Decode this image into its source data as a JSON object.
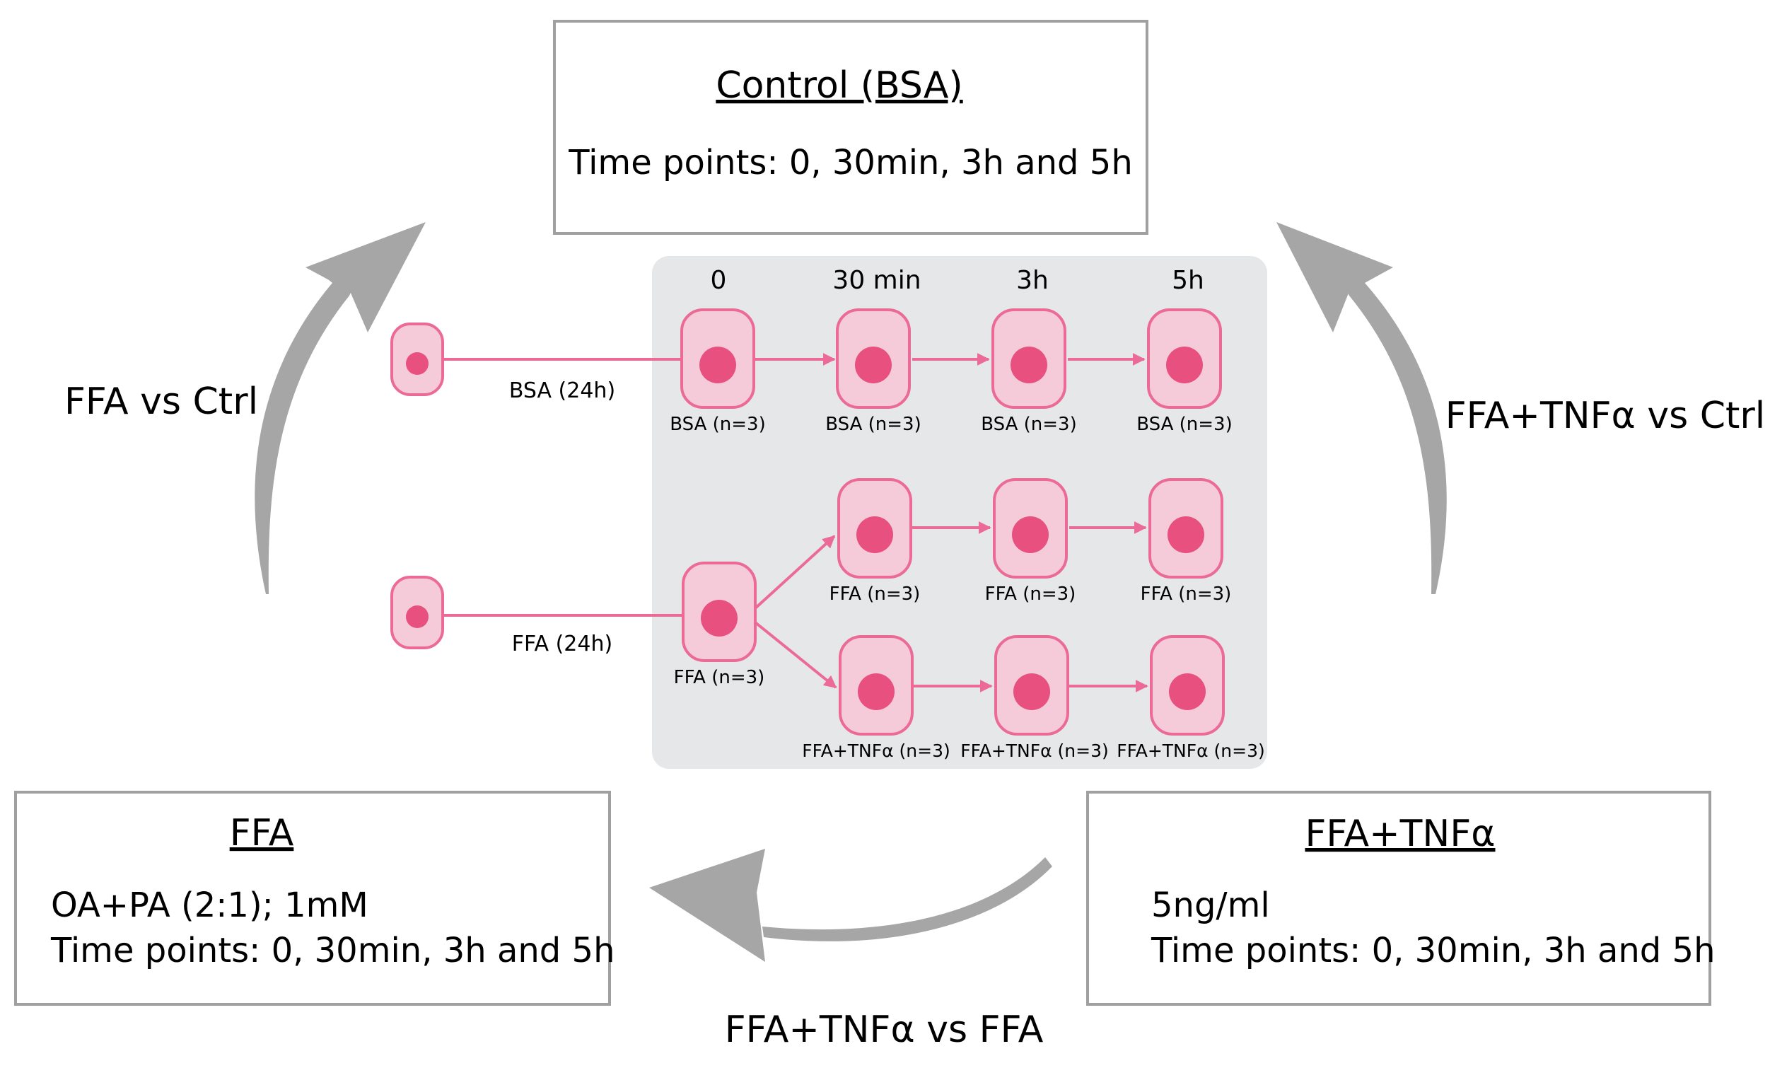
{
  "boxes": {
    "control": {
      "title": "Control (BSA)",
      "lines": [
        "Time points: 0, 30min, 3h and 5h"
      ]
    },
    "ffa": {
      "title": "FFA",
      "lines": [
        "OA+PA (2:1); 1mM",
        "Time points: 0, 30min, 3h and 5h"
      ]
    },
    "ffa_tnf": {
      "title": "FFA+TNFα",
      "lines": [
        "5ng/ml",
        "Time points: 0, 30min, 3h and 5h"
      ]
    }
  },
  "comparisons": {
    "left": "FFA vs Ctrl",
    "right": "FFA+TNFα vs Ctrl",
    "bottom": "FFA+TNFα vs FFA"
  },
  "timeline": {
    "timepoints": [
      "0",
      "30 min",
      "3h",
      "5h"
    ],
    "pretreat_bsa": "BSA (24h)",
    "pretreat_ffa": "FFA (24h)",
    "row_bsa": [
      "BSA (n=3)",
      "BSA (n=3)",
      "BSA (n=3)",
      "BSA (n=3)"
    ],
    "ffa_t0": "FFA (n=3)",
    "row_ffa": [
      "FFA (n=3)",
      "FFA (n=3)",
      "FFA (n=3)"
    ],
    "row_ffa_tnf": [
      "FFA+TNFα (n=3)",
      "FFA+TNFα (n=3)",
      "FFA+TNFα (n=3)"
    ]
  },
  "colors": {
    "cell_fill": "#f5cbd9",
    "cell_stroke": "#ec6a96",
    "nucleus": "#e8507f",
    "panel": "#e6e7e8",
    "arrow_gray": "#a6a6a6",
    "box_stroke": "#a0a0a0"
  }
}
